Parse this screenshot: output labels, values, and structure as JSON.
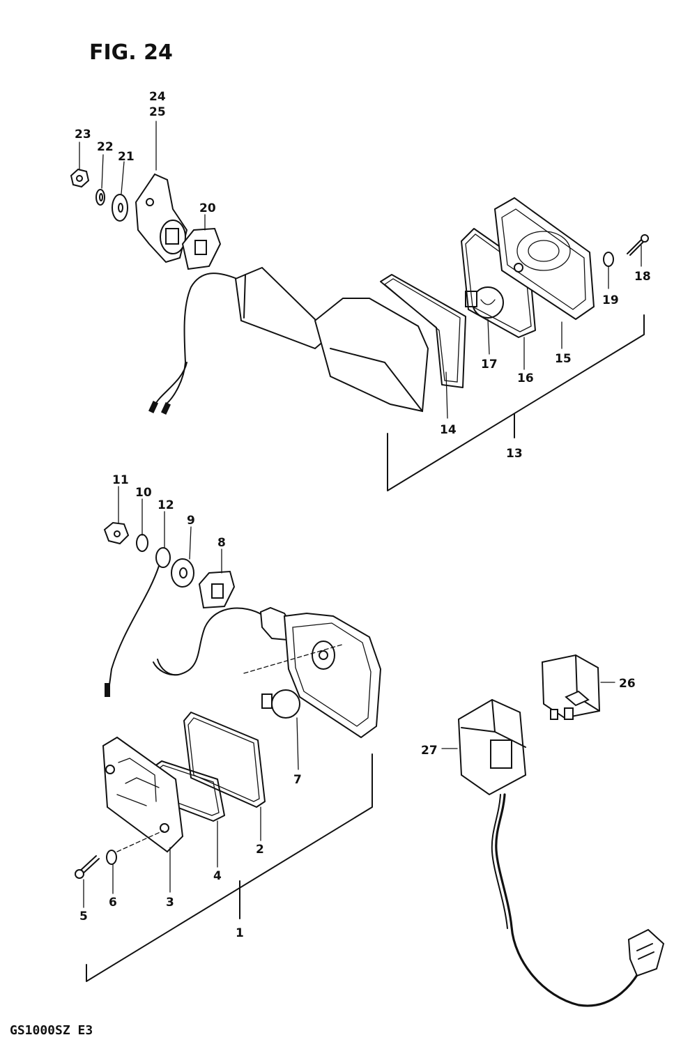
{
  "figure": {
    "title": "FIG. 24",
    "model_code": "GS1000SZ  E3"
  },
  "callouts": [
    "1",
    "2",
    "3",
    "4",
    "5",
    "6",
    "7",
    "8",
    "9",
    "10",
    "11",
    "12",
    "13",
    "14",
    "15",
    "16",
    "17",
    "18",
    "19",
    "20",
    "21",
    "22",
    "23",
    "24",
    "25",
    "26",
    "27"
  ]
}
